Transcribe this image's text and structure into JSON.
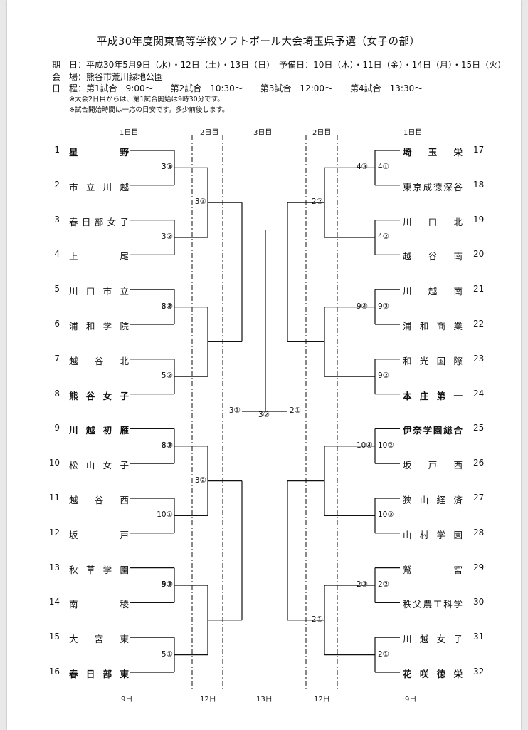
{
  "title": "平成30年度関東高等学校ソフトボール大会埼玉県予選（女子の部）",
  "info": {
    "dates": "期　日：平成30年5月9日（水）・12日（土）・13日（日）　予備日：10日（木）・11日（金）・14日（月）・15日（火）",
    "venue": "会　場：熊谷市荒川緑地公園",
    "schedule": "日　程：第1試合　9:00～　　第2試合　10:30～　　第3試合　12:00～　　第4試合　13:30～",
    "note1": "※大会2日目からは、第1試合開始は9時30分です。",
    "note2": "※試合開始時間は一応の目安です。多少前後します。"
  },
  "headers": {
    "left_day1": "1日目",
    "left_day2": "2日目",
    "day3": "3日目",
    "right_day2": "2日目",
    "right_day1": "1日目"
  },
  "footers": {
    "left_day1": "9日",
    "left_day2": "12日",
    "day3": "13日",
    "right_day2": "12日",
    "right_day1": "9日"
  },
  "teams_left": [
    {
      "no": "1",
      "name": "星　　　野",
      "bold": true
    },
    {
      "no": "2",
      "name": "市 立 川 越",
      "bold": false
    },
    {
      "no": "3",
      "name": "春日部女子",
      "bold": false
    },
    {
      "no": "4",
      "name": "上　　　尾",
      "bold": false
    },
    {
      "no": "5",
      "name": "川 口 市 立",
      "bold": false
    },
    {
      "no": "6",
      "name": "浦 和 学 院",
      "bold": false
    },
    {
      "no": "7",
      "name": "越　谷　北",
      "bold": false
    },
    {
      "no": "8",
      "name": "熊 谷 女 子",
      "bold": true
    },
    {
      "no": "9",
      "name": "川 越 初 雁",
      "bold": true
    },
    {
      "no": "10",
      "name": "松 山 女 子",
      "bold": false
    },
    {
      "no": "11",
      "name": "越　谷　西",
      "bold": false
    },
    {
      "no": "12",
      "name": "坂　　　戸",
      "bold": false
    },
    {
      "no": "13",
      "name": "秋 草 学 園",
      "bold": false
    },
    {
      "no": "14",
      "name": "南　　　稜",
      "bold": false
    },
    {
      "no": "15",
      "name": "大　宮　東",
      "bold": false
    },
    {
      "no": "16",
      "name": "春 日 部 東",
      "bold": true
    }
  ],
  "teams_right": [
    {
      "no": "17",
      "name": "埼　玉　栄",
      "bold": true
    },
    {
      "no": "18",
      "name": "東京成徳深谷",
      "bold": false
    },
    {
      "no": "19",
      "name": "川　口　北",
      "bold": false
    },
    {
      "no": "20",
      "name": "越　谷　南",
      "bold": false
    },
    {
      "no": "21",
      "name": "川　越　南",
      "bold": false
    },
    {
      "no": "22",
      "name": "浦 和 商 業",
      "bold": false
    },
    {
      "no": "23",
      "name": "和 光 国 際",
      "bold": false
    },
    {
      "no": "24",
      "name": "本 庄 第 一",
      "bold": true
    },
    {
      "no": "25",
      "name": "伊奈学園総合",
      "bold": true
    },
    {
      "no": "26",
      "name": "坂　戸　西",
      "bold": false
    },
    {
      "no": "27",
      "name": "狭 山 経 済",
      "bold": false
    },
    {
      "no": "28",
      "name": "山 村 学 園",
      "bold": false
    },
    {
      "no": "29",
      "name": "鷲　　　宮",
      "bold": false
    },
    {
      "no": "30",
      "name": "秩父農工科学",
      "bold": false
    },
    {
      "no": "31",
      "name": "川 越 女 子",
      "bold": false
    },
    {
      "no": "32",
      "name": "花 咲 徳 栄",
      "bold": true
    }
  ],
  "match_labels": {
    "left_r1": [
      "3①",
      "3②",
      "8②",
      "5②",
      "8①",
      "10①",
      "9①",
      "5①"
    ],
    "left_r2": [
      "3③",
      "3④",
      "8③",
      "5③"
    ],
    "left_r3": [
      "3①",
      "3②"
    ],
    "left_r4": "3①",
    "final": "3②",
    "right_r4": "2①",
    "right_r3": [
      "2②",
      "2①"
    ],
    "right_r2": [
      "4③",
      "9④",
      "10④",
      "2③"
    ],
    "right_r1": [
      "4①",
      "4②",
      "9③",
      "9②",
      "10②",
      "10③",
      "2②",
      "2①"
    ]
  }
}
